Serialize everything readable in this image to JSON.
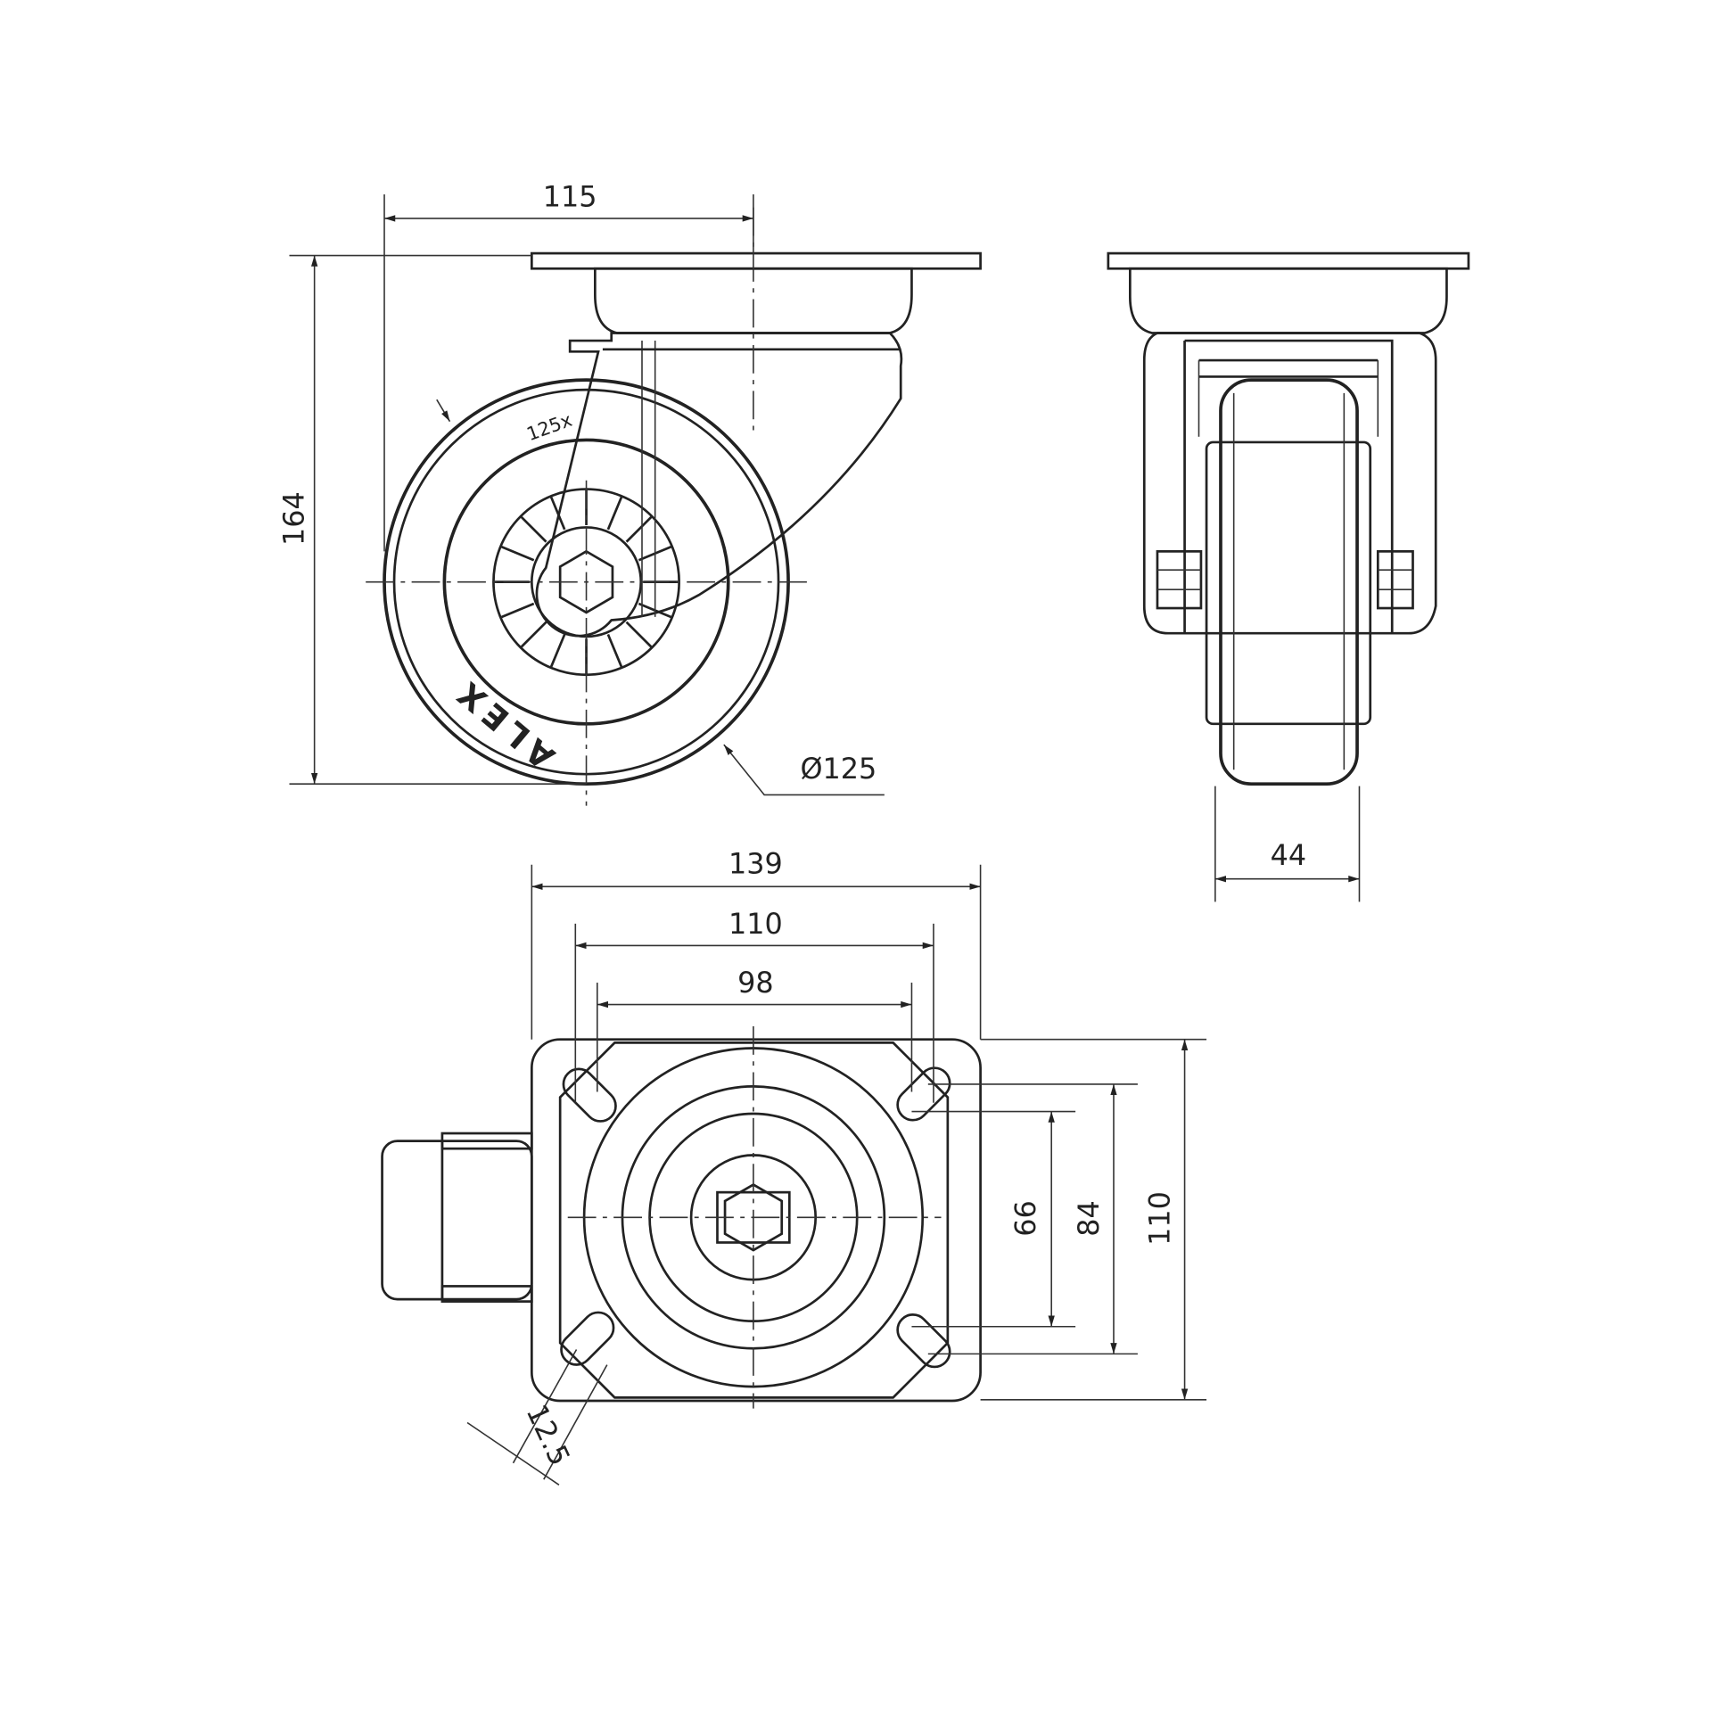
{
  "title": "Swivel castor dimension drawing",
  "colors": {
    "line": "#222222",
    "background": "#ffffff"
  },
  "side_view": {
    "dim_offset": "115",
    "dim_height": "164",
    "dim_wheel_diameter": "Ø125",
    "tyre_marking": "125x",
    "brand_marking": "ALEX"
  },
  "front_view": {
    "dim_wheel_width": "44"
  },
  "top_view": {
    "dim_plate_length": "139",
    "dim_hole_spacing_outer": "110",
    "dim_hole_spacing_inner": "98",
    "dim_hole_spacing_v_inner": "66",
    "dim_hole_spacing_v_outer": "84",
    "dim_plate_width": "110",
    "dim_slot_width": "12.5"
  }
}
